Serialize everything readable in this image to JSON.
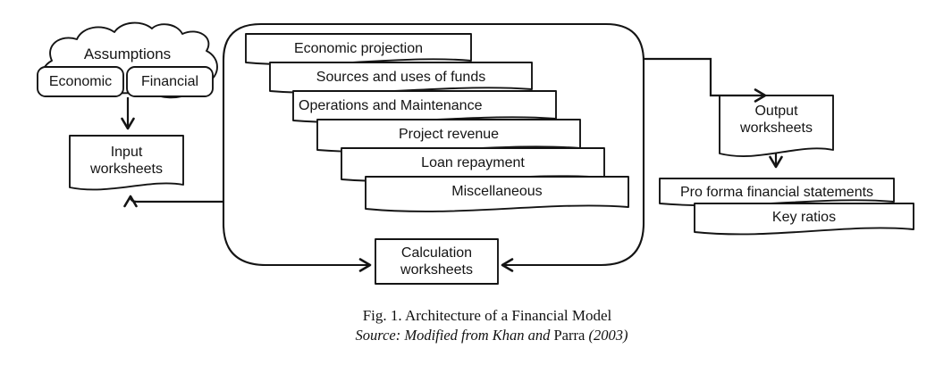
{
  "cloud": {
    "label": "Assumptions"
  },
  "assumption_boxes": {
    "economic": "Economic",
    "financial": "Financial"
  },
  "input_worksheets": {
    "line1": "Input",
    "line2": "worksheets"
  },
  "module_stack": {
    "items": [
      {
        "label": "Economic projection"
      },
      {
        "label": "Sources and uses of funds"
      },
      {
        "label": "Operations and Maintenance"
      },
      {
        "label": "Project revenue"
      },
      {
        "label": "Loan repayment"
      },
      {
        "label": "Miscellaneous"
      }
    ]
  },
  "calculation_worksheets": {
    "line1": "Calculation",
    "line2": "worksheets"
  },
  "output_worksheets": {
    "line1": "Output",
    "line2": "worksheets"
  },
  "results": {
    "pro_forma": "Pro forma financial statements",
    "key_ratios": "Key ratios"
  },
  "caption": {
    "figure": "Fig. 1. Architecture of a Financial Model",
    "source_prefix": "Source: Modified from Khan and ",
    "source_author": "Parra",
    "source_suffix": " (2003)"
  },
  "colors": {
    "stroke": "#141414",
    "background": "#ffffff"
  }
}
